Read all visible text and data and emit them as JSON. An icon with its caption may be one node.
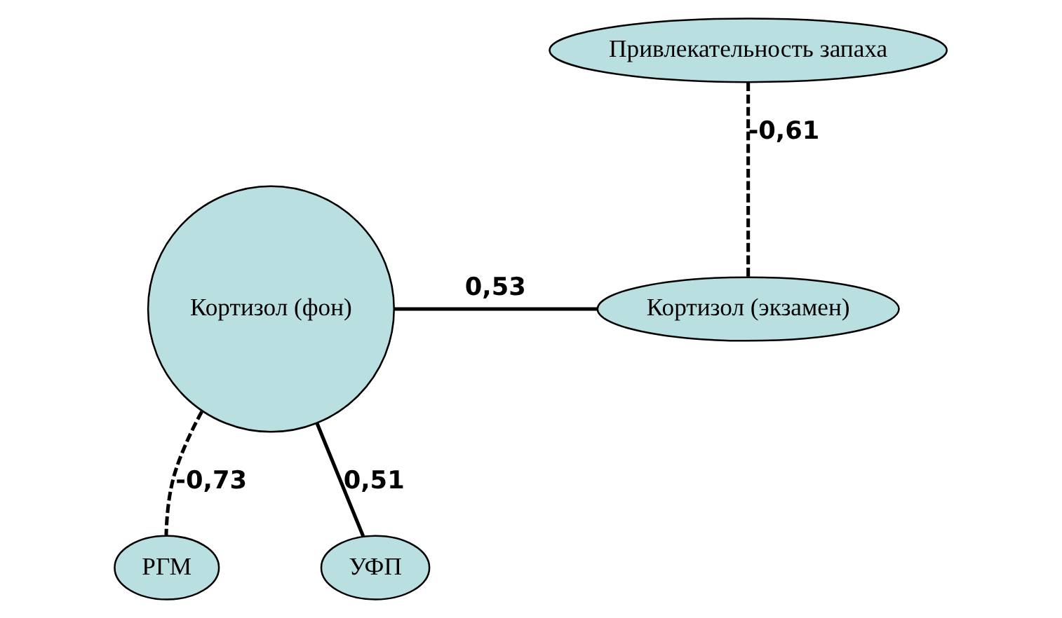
{
  "diagram": {
    "nodes": [
      {
        "text": [
          "Привлекательность запаха"
        ]
      },
      {
        "text": [
          "Кортизол (фон)"
        ]
      },
      {
        "text": [
          "Кортизол (экзамен)"
        ]
      },
      {
        "text": [
          "РГМ"
        ]
      },
      {
        "text": [
          "УФП"
        ]
      }
    ],
    "edges": [
      {
        "from": 0,
        "to": 2,
        "arrow": "none",
        "label": "-0,61",
        "style": "dashed"
      },
      {
        "from": 1,
        "to": 2,
        "arrow": "none",
        "label": "0,53"
      },
      {
        "from": 1,
        "to": 3,
        "arrow": "none",
        "label": "-0,73",
        "style": "dashed"
      },
      {
        "from": 1,
        "to": 4,
        "arrow": "none",
        "label": "0,51"
      }
    ]
  }
}
